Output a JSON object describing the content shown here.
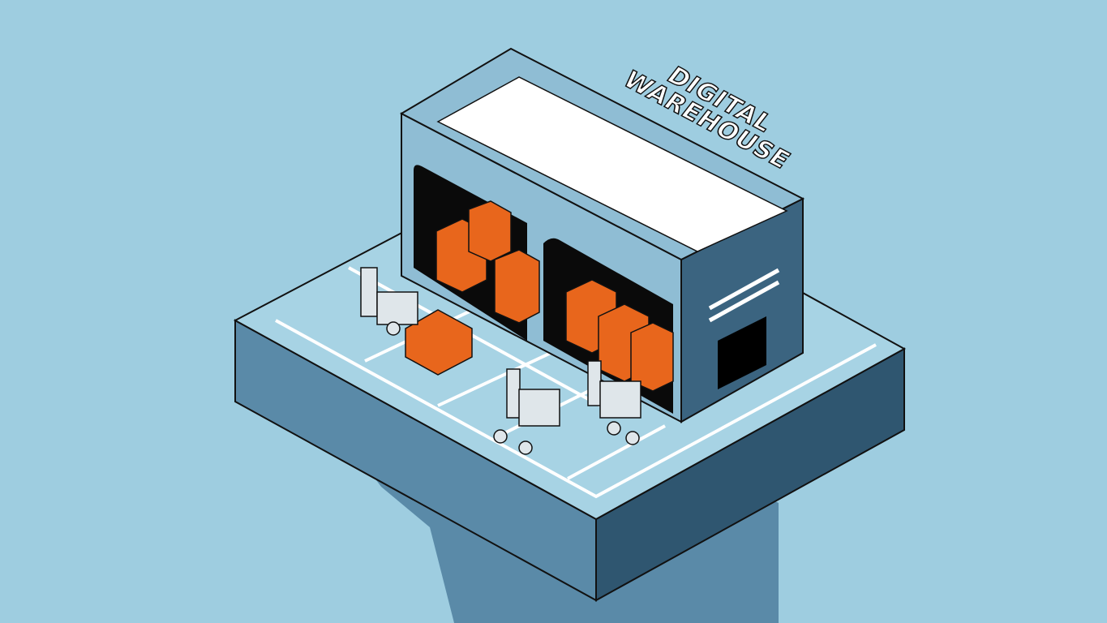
{
  "illustration": {
    "title": "Isometric warehouse illustration",
    "sign": {
      "line1": "DIGITAL",
      "line2": "WAREHOUSE"
    },
    "colors": {
      "background": "#9ecde0",
      "platform_top": "#a7d3e4",
      "platform_left": "#5a8aa8",
      "platform_right": "#2f5670",
      "building_face": "#8fbdd4",
      "building_front": "#3b6480",
      "roof": "#ffffff",
      "boxes": "#e8661c",
      "outline": "#111111",
      "floor_lines": "#ffffff"
    },
    "elements": [
      "building",
      "loading-bays",
      "pallets-of-boxes",
      "forklifts",
      "floating-platform"
    ]
  }
}
